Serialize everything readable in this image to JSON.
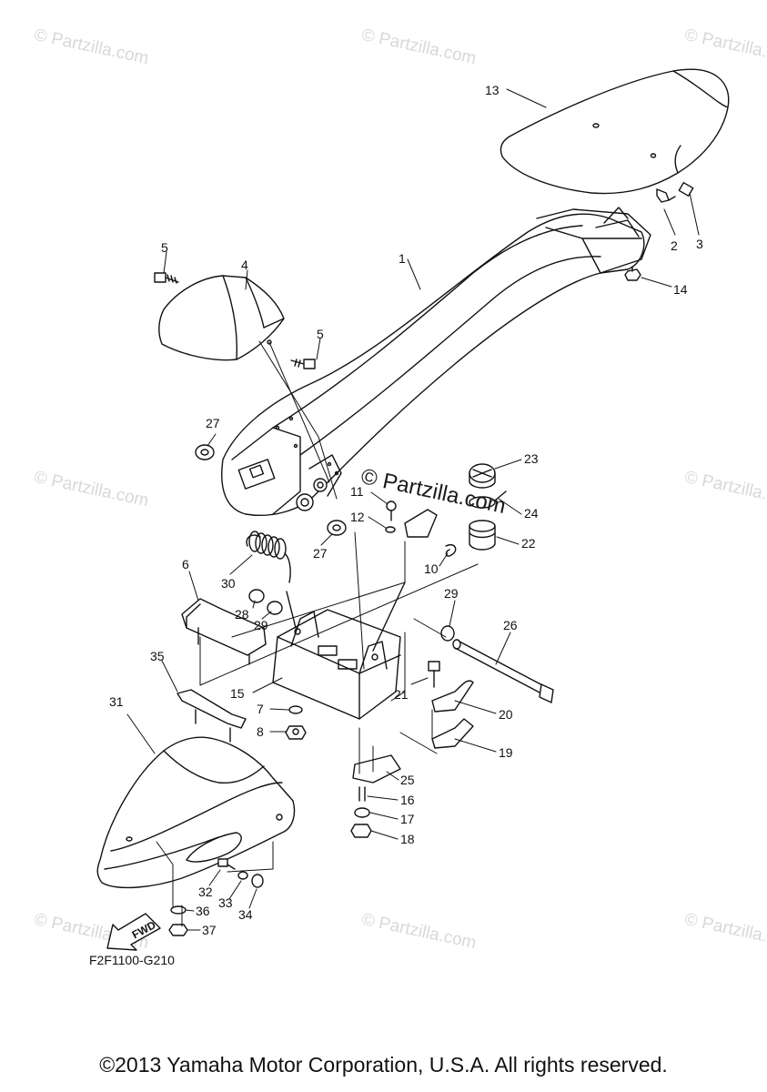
{
  "watermark_text": "© Partzilla.com",
  "center_watermark_text": "© Partzilla.com",
  "diagram_code": "F2F1100-G210",
  "fwd_label": "FWD",
  "copyright": "©2013 Yamaha Motor Corporation, U.S.A. All rights reserved.",
  "callouts": [
    "1",
    "2",
    "3",
    "4",
    "5",
    "5",
    "6",
    "7",
    "8",
    "10",
    "11",
    "12",
    "13",
    "14",
    "15",
    "16",
    "17",
    "18",
    "19",
    "20",
    "21",
    "22",
    "23",
    "24",
    "25",
    "26",
    "27",
    "27",
    "28",
    "29",
    "29",
    "30",
    "31",
    "32",
    "33",
    "34",
    "35",
    "36",
    "37"
  ]
}
